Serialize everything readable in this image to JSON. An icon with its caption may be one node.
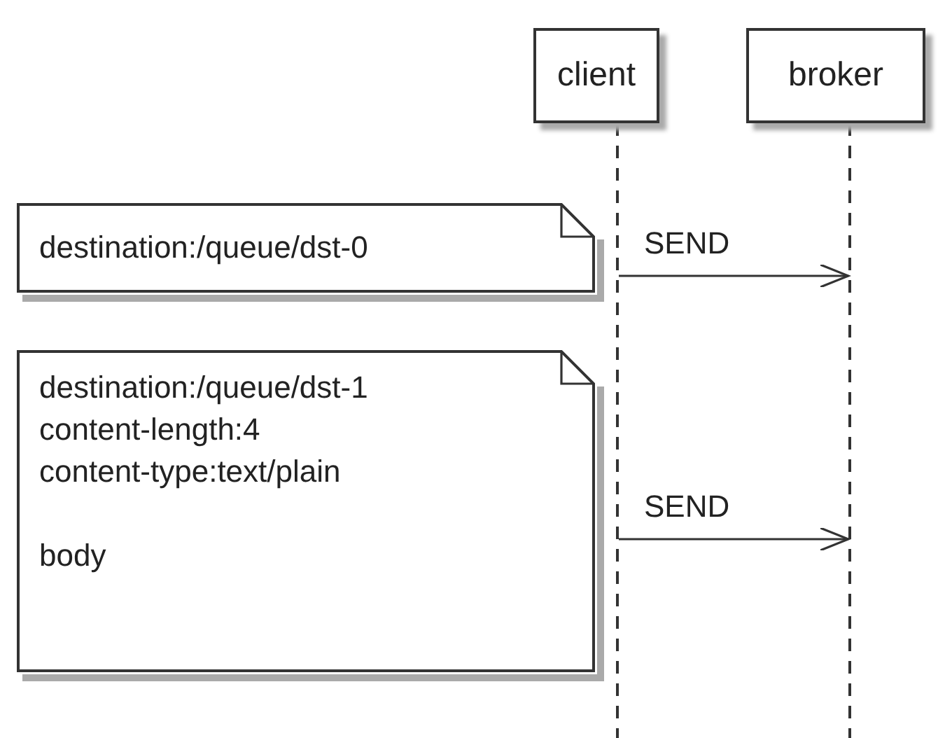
{
  "diagram": {
    "nodes": [
      {
        "text": [
          "client"
        ]
      },
      {
        "text": [
          "broker"
        ]
      },
      {
        "text": [
          "destination:/queue/dst-0"
        ]
      },
      {
        "text": [
          "destination:/queue/dst-1",
          "content-length:4",
          "content-type:text/plain",
          "body"
        ]
      }
    ],
    "edges": [
      {
        "from": 0,
        "to": 1,
        "arrow": "to",
        "label": "SEND"
      },
      {
        "from": 0,
        "to": 1,
        "arrow": "to",
        "label": "SEND"
      }
    ]
  }
}
